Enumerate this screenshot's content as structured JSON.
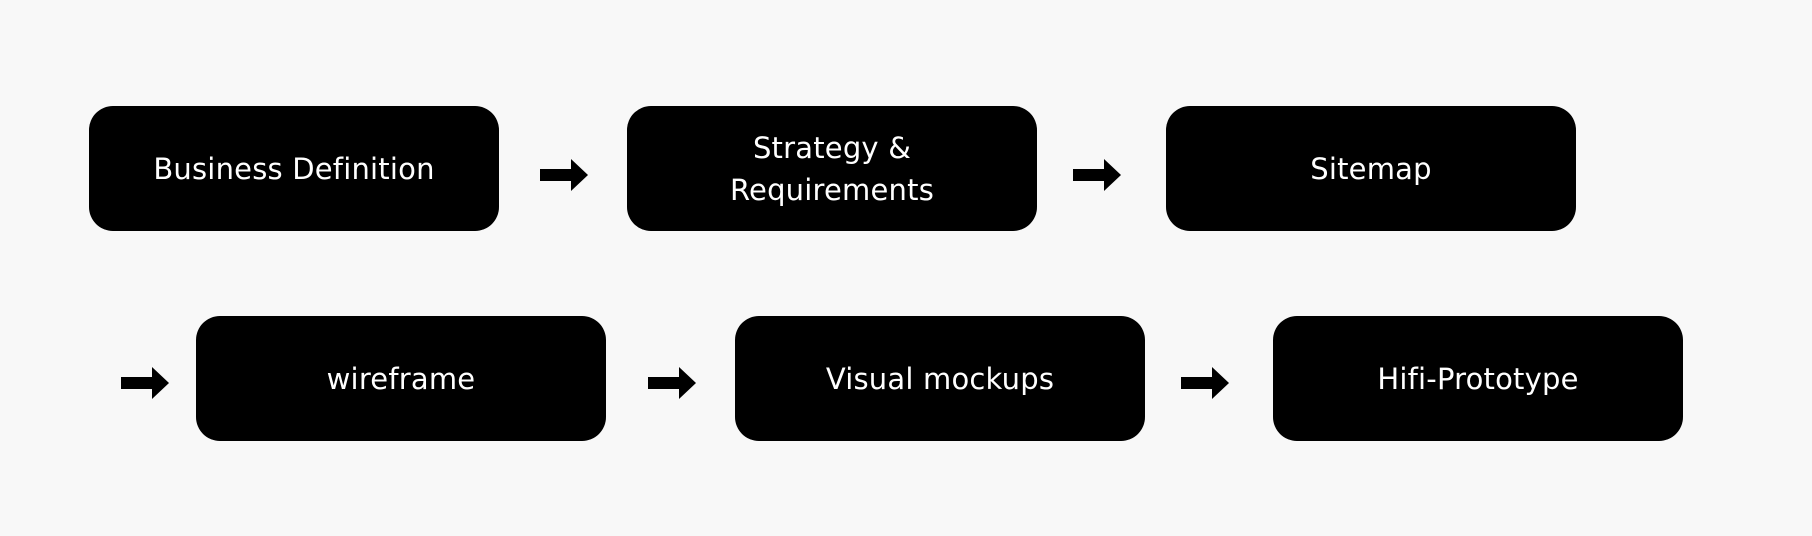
{
  "colors": {
    "background": "#f8f8f8",
    "box_fill": "#000000",
    "box_text": "#ffffff",
    "arrow": "#000000"
  },
  "flow": {
    "row1": [
      {
        "label": "Business Definition"
      },
      {
        "label_line1": "Strategy &",
        "label_line2": "Requirements"
      },
      {
        "label": "Sitemap"
      }
    ],
    "row2": [
      {
        "label": "wireframe"
      },
      {
        "label": "Visual mockups"
      },
      {
        "label": "Hifi-Prototype"
      }
    ],
    "arrow_icon": "right-arrow-icon"
  }
}
